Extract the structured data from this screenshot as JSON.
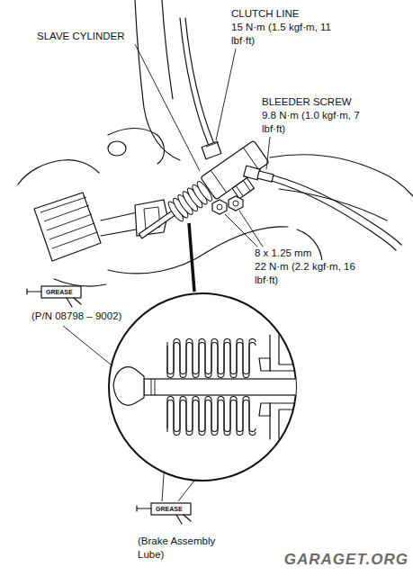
{
  "diagram": {
    "labels": [
      "CLUTCH LINE",
      "15 N·m (1.5 kgf·m, 11 lbf·ft)",
      "SLAVE CYLINDER",
      "BLEEDER SCREW",
      "9.8 N·m (1.0 kgf·m, 7 lbf·ft)",
      "8 x 1.25 mm",
      "22 N·m (2.2 kgf·m, 16 lbf·ft)",
      "GREASE",
      "(P/N 08798 – 9002)",
      "GREASE",
      "(Brake Assembly Lube)",
      "GARAGET.ORG"
    ]
  }
}
